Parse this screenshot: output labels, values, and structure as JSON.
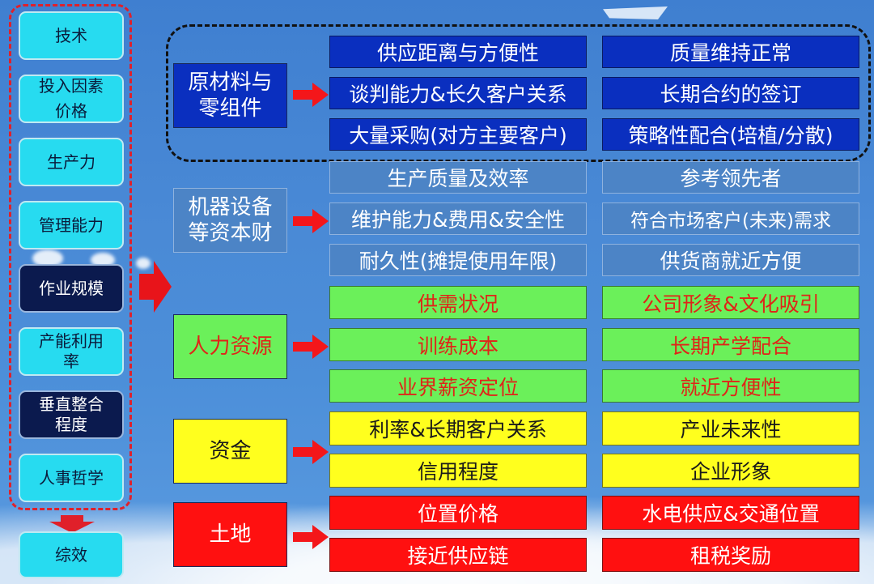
{
  "left_items": [
    {
      "label": "技术",
      "style": "cyan"
    },
    {
      "label": "投入因素价格",
      "style": "cyan"
    },
    {
      "label": "生产力",
      "style": "cyan"
    },
    {
      "label": "管理能力",
      "style": "cyan"
    },
    {
      "label": "作业规模",
      "style": "navy"
    },
    {
      "label": "产能利用率",
      "style": "cyan"
    },
    {
      "label": "垂直整合程度",
      "style": "navy"
    },
    {
      "label": "人事哲学",
      "style": "cyan"
    }
  ],
  "result_label": "综效",
  "categories": [
    {
      "label": "原材料与零组件",
      "rows": [
        [
          "供应距离与方便性",
          "质量维持正常"
        ],
        [
          "谈判能力&长久客户关系",
          "长期合约的签订"
        ],
        [
          "大量采购(对方主要客户)",
          "策略性配合(培植/分散)"
        ]
      ]
    },
    {
      "label": "机器设备等资本财",
      "rows": [
        [
          "生产质量及效率",
          "参考领先者"
        ],
        [
          "维护能力&费用&安全性",
          "符合市场客户(未来)需求"
        ],
        [
          "耐久性(摊提使用年限)",
          "供货商就近方便"
        ]
      ]
    },
    {
      "label": "人力资源",
      "rows": [
        [
          "供需状况",
          "公司形象&文化吸引"
        ],
        [
          "训练成本",
          "长期产学配合"
        ],
        [
          "业界薪资定位",
          "就近方便性"
        ]
      ]
    },
    {
      "label": "资金",
      "rows": [
        [
          "利率&长期客户关系",
          "产业未来性"
        ],
        [
          "信用程度",
          "企业形象"
        ]
      ]
    },
    {
      "label": "土地",
      "rows": [
        [
          "位置价格",
          "水电供应&交通位置"
        ],
        [
          "接近供应链",
          "租税奖励"
        ]
      ]
    }
  ],
  "colors": {
    "frame_red": "#e0202a",
    "arrow_red": "#f4161a",
    "cyan_box": "#27dbf0",
    "navy_box": "#0b1a4e",
    "blue_cell": "#0a2fbf",
    "gray_cell": "#4c84c6",
    "green_cell": "#6bf05a",
    "yellow_cell": "#ffff1e",
    "red_cell": "#ff1010"
  }
}
